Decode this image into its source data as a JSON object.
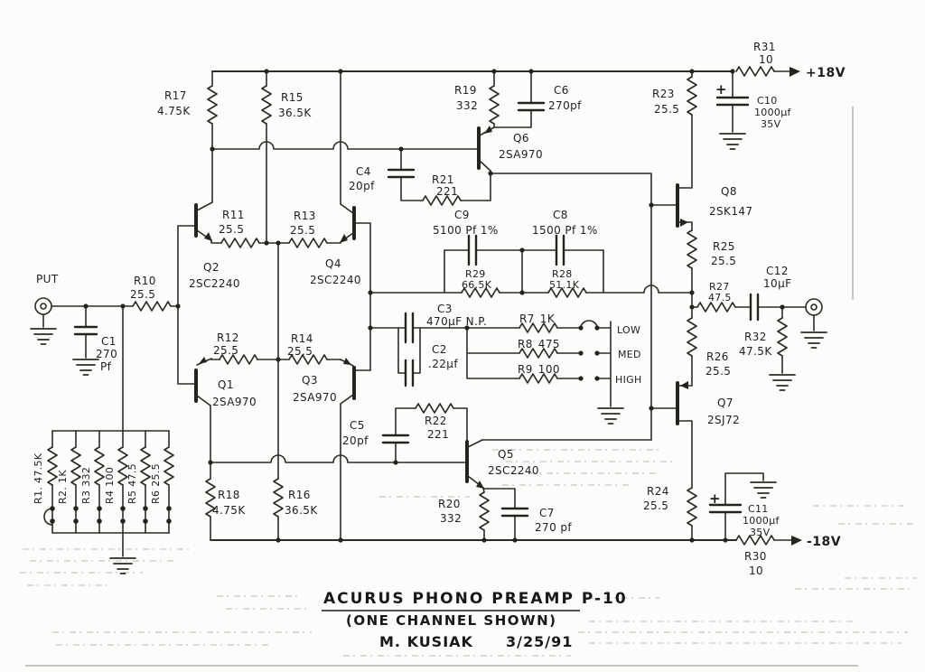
{
  "title_block": {
    "title": "ACURUS PHONO PREAMP P-10",
    "subtitle": "(ONE CHANNEL SHOWN)",
    "credit": "M. KUSIAK",
    "date": "3/25/91"
  },
  "power_rails": {
    "positive": "+18V",
    "negative": "-18V"
  },
  "input": {
    "label": "PUT"
  },
  "gain_switch": {
    "positions": [
      "LOW",
      "MED",
      "HIGH"
    ]
  },
  "resistors": {
    "r1": {
      "ref": "R1.",
      "value": "47.5K"
    },
    "r2": {
      "ref": "R2.",
      "value": "1K"
    },
    "r3": {
      "ref": "R3",
      "value": "332"
    },
    "r4": {
      "ref": "R4",
      "value": "100"
    },
    "r5": {
      "ref": "R5",
      "value": "47.5"
    },
    "r6": {
      "ref": "R6",
      "value": "25.5"
    },
    "r7": {
      "ref": "R7",
      "value": "1K"
    },
    "r8": {
      "ref": "R8",
      "value": "475"
    },
    "r9": {
      "ref": "R9",
      "value": "100"
    },
    "r10": {
      "ref": "R10",
      "value": "25.5"
    },
    "r11": {
      "ref": "R11",
      "value": "25.5"
    },
    "r12": {
      "ref": "R12",
      "value": "25.5"
    },
    "r13": {
      "ref": "R13",
      "value": "25.5"
    },
    "r14": {
      "ref": "R14",
      "value": "25.5"
    },
    "r15": {
      "ref": "R15",
      "value": "36.5K"
    },
    "r16": {
      "ref": "R16",
      "value": "36.5K"
    },
    "r17": {
      "ref": "R17",
      "value": "4.75K"
    },
    "r18": {
      "ref": "R18",
      "value": "4.75K"
    },
    "r19": {
      "ref": "R19",
      "value": "332"
    },
    "r20": {
      "ref": "R20",
      "value": "332"
    },
    "r21": {
      "ref": "R21",
      "value": "221"
    },
    "r22": {
      "ref": "R22",
      "value": "221"
    },
    "r23": {
      "ref": "R23",
      "value": "25.5"
    },
    "r24": {
      "ref": "R24",
      "value": "25.5"
    },
    "r25": {
      "ref": "R25",
      "value": "25.5"
    },
    "r26": {
      "ref": "R26",
      "value": "25.5"
    },
    "r27": {
      "ref": "R27",
      "value": "47.5"
    },
    "r28": {
      "ref": "R28",
      "value": "51.1K"
    },
    "r29": {
      "ref": "R29",
      "value": "66.5K"
    },
    "r30": {
      "ref": "R30",
      "value": "10"
    },
    "r31": {
      "ref": "R31",
      "value": "10"
    },
    "r32": {
      "ref": "R32",
      "value": "47.5K"
    }
  },
  "capacitors": {
    "c1": {
      "ref": "C1",
      "value": "270",
      "extra": "Pf"
    },
    "c2": {
      "ref": "C2",
      "value": ".22μf"
    },
    "c3": {
      "ref": "C3",
      "value": "470μF N.P."
    },
    "c4": {
      "ref": "C4",
      "value": "20pf"
    },
    "c5": {
      "ref": "C5",
      "value": "20pf"
    },
    "c6": {
      "ref": "C6",
      "value": "270pf"
    },
    "c7": {
      "ref": "C7",
      "value": "270 pf"
    },
    "c8": {
      "ref": "C8",
      "value": "1500 Pf 1%"
    },
    "c9": {
      "ref": "C9",
      "value": "5100 Pf 1%"
    },
    "c10": {
      "ref": "C10",
      "value": "1000μf",
      "extra": "35V",
      "polarity": "+"
    },
    "c11": {
      "ref": "C11",
      "value": "1000μf",
      "extra": "35V",
      "polarity": "+"
    },
    "c12": {
      "ref": "C12",
      "value": "10μF"
    }
  },
  "transistors": {
    "q1": {
      "ref": "Q1",
      "part": "2SA970"
    },
    "q2": {
      "ref": "Q2",
      "part": "2SC2240"
    },
    "q3": {
      "ref": "Q3",
      "part": "2SA970"
    },
    "q4": {
      "ref": "Q4",
      "part": "2SC2240"
    },
    "q5": {
      "ref": "Q5",
      "part": "2SC2240"
    },
    "q6": {
      "ref": "Q6",
      "part": "2SA970"
    },
    "q7": {
      "ref": "Q7",
      "part": "2SJ72"
    },
    "q8": {
      "ref": "Q8",
      "part": "2SK147"
    }
  }
}
